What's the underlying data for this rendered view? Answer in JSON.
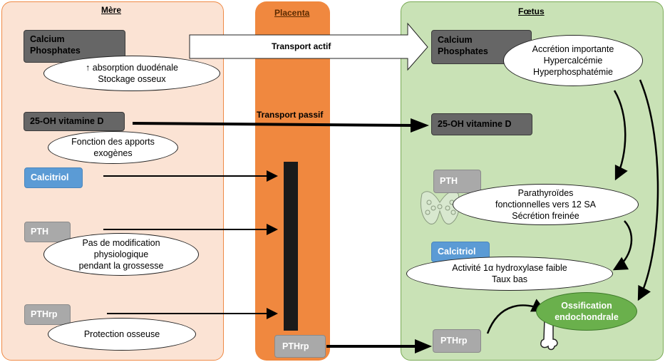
{
  "panels": {
    "mere": "Mère",
    "placenta": "Placenta",
    "foetus": "Fœtus"
  },
  "mere": {
    "calcium_box": "Calcium\nPhosphates",
    "calcium_oval": "↑ absorption duodénale\nStockage osseux",
    "vitd_box": "25-OH vitamine D",
    "vitd_oval": "Fonction des apports\nexogènes",
    "calcitriol_box": "Calcitriol",
    "pth_box": "PTH",
    "pth_oval": "Pas de modification\nphysiologique\npendant la grossesse",
    "pthrp_box": "PTHrp",
    "pthrp_oval": "Protection osseuse"
  },
  "placenta": {
    "transport_actif": "Transport actif",
    "transport_passif": "Transport passif",
    "pthrp_box": "PTHrp"
  },
  "foetus": {
    "calcium_box": "Calcium\nPhosphates",
    "calcium_oval": "Accrétion importante\nHypercalcémie\nHyperphosphatémie",
    "vitd_box": "25-OH vitamine D",
    "pth_box": "PTH",
    "pth_oval": "Parathyroïdes\nfonctionnelles vers 12 SA\nSécrétion freinée",
    "calcitriol_box": "Calcitriol",
    "calcitriol_oval": "Activité 1α hydroxylase faible\nTaux bas",
    "ossification": "Ossification\nendochondrale",
    "pthrp_box": "PTHrp"
  },
  "colors": {
    "mere_bg": "#fbe3d4",
    "placenta_bg": "#f0883f",
    "foetus_bg": "#c9e2b6",
    "ossification": "#6ab04c",
    "calcitriol": "#5b9bd5"
  }
}
